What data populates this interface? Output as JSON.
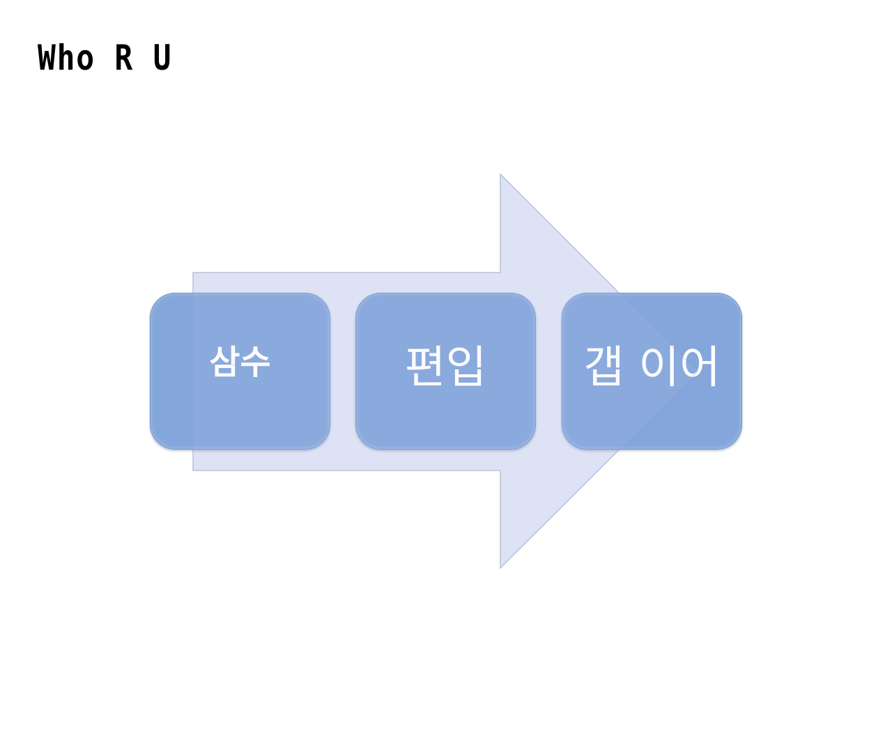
{
  "header": {
    "title": "Who R U"
  },
  "diagram": {
    "type": "process-arrow",
    "arrow_color": "#dae1f4",
    "box_color": "#7aa0d6",
    "text_color": "#ffffff",
    "steps": [
      {
        "label": "삼수"
      },
      {
        "label": "편입"
      },
      {
        "label": "갭 이어"
      }
    ]
  }
}
